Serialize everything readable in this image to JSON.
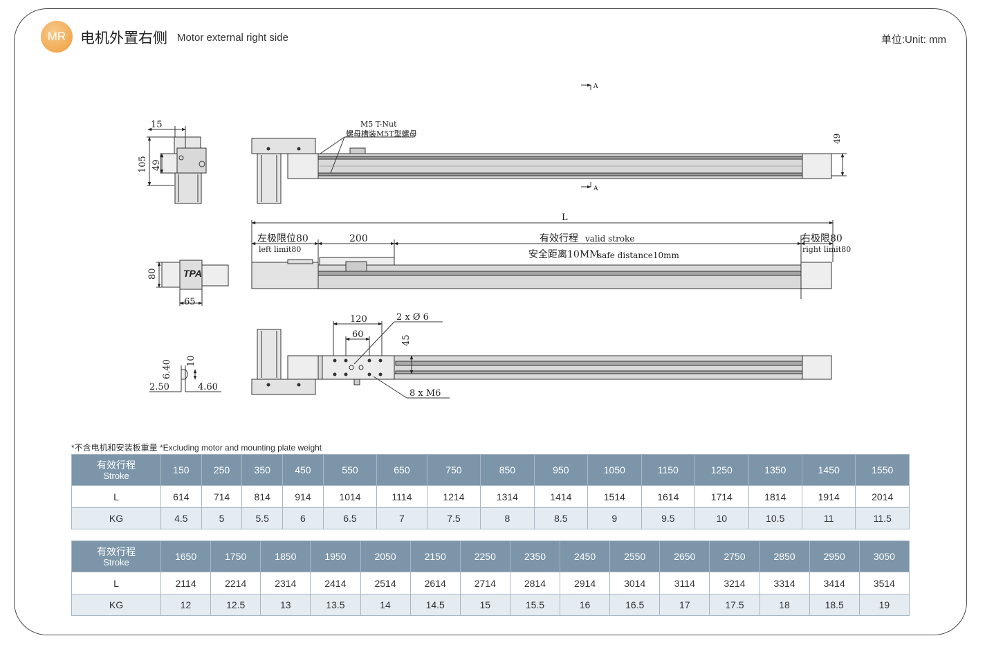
{
  "header": {
    "badge": "MR",
    "title_cn": "电机外置右侧",
    "title_en": "Motor external right side",
    "unit": "单位:Unit: mm"
  },
  "drawing": {
    "dims": {
      "d15": "15",
      "d105": "105",
      "d49a": "49",
      "d49b": "49",
      "d80": "80",
      "d65": "65",
      "d640": "6.40",
      "d10": "10",
      "d250": "2.50",
      "d460": "4.60",
      "L": "L",
      "d200": "200",
      "d120": "120",
      "d60": "60",
      "d45": "45"
    },
    "labels": {
      "tnut_en": "M5 T-Nut",
      "tnut_cn": "螺母槽装M5T型螺母",
      "section_a": "A",
      "left_limit_cn": "左极限位80",
      "left_limit_en": "left limit80",
      "stroke_cn": "有效行程",
      "stroke_en": "valid stroke",
      "safe_cn": "安全距离10MM",
      "safe_en": "safe distance10mm",
      "right_limit_cn": "右极限80",
      "right_limit_en": "right limit80",
      "holes": "2 x Ø 6",
      "threads": "8 x M6",
      "logo": "TPA"
    }
  },
  "note": "*不含电机和安装板重量  *Excluding motor and mounting plate weight",
  "tables": [
    {
      "stroke_label_cn": "有效行程",
      "stroke_label_en": "Stroke",
      "l_label": "L",
      "kg_label": "KG",
      "stroke": [
        "150",
        "250",
        "350",
        "450",
        "550",
        "650",
        "750",
        "850",
        "950",
        "1050",
        "1150",
        "1250",
        "1350",
        "1450",
        "1550"
      ],
      "L": [
        "614",
        "714",
        "814",
        "914",
        "1014",
        "1114",
        "1214",
        "1314",
        "1414",
        "1514",
        "1614",
        "1714",
        "1814",
        "1914",
        "2014"
      ],
      "KG": [
        "4.5",
        "5",
        "5.5",
        "6",
        "6.5",
        "7",
        "7.5",
        "8",
        "8.5",
        "9",
        "9.5",
        "10",
        "10.5",
        "11",
        "11.5"
      ]
    },
    {
      "stroke_label_cn": "有效行程",
      "stroke_label_en": "Stroke",
      "l_label": "L",
      "kg_label": "KG",
      "stroke": [
        "1650",
        "1750",
        "1850",
        "1950",
        "2050",
        "2150",
        "2250",
        "2350",
        "2450",
        "2550",
        "2650",
        "2750",
        "2850",
        "2950",
        "3050"
      ],
      "L": [
        "2114",
        "2214",
        "2314",
        "2414",
        "2514",
        "2614",
        "2714",
        "2814",
        "2914",
        "3014",
        "3114",
        "3214",
        "3314",
        "3414",
        "3514"
      ],
      "KG": [
        "12",
        "12.5",
        "13",
        "13.5",
        "14",
        "14.5",
        "15",
        "15.5",
        "16",
        "16.5",
        "17",
        "17.5",
        "18",
        "18.5",
        "19"
      ]
    }
  ]
}
